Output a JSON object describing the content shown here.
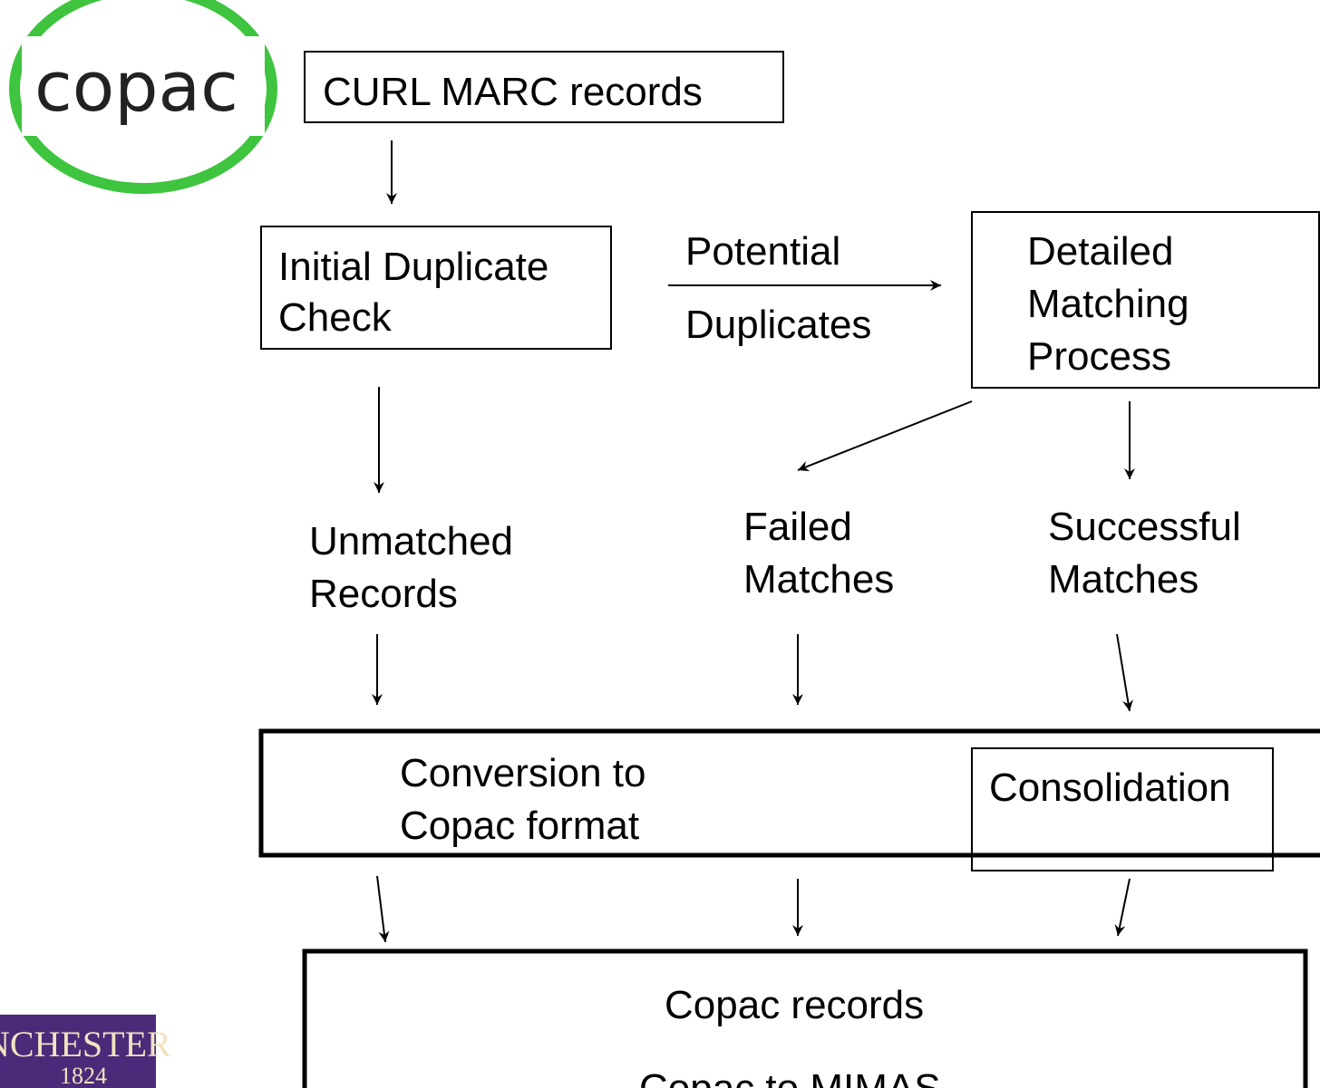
{
  "logos": {
    "copac_logo": {
      "text": "copac",
      "ring_color": "#3ec43e"
    },
    "university_crest": {
      "text": "NCHESTER",
      "year": "1824",
      "bg_color": "#4b2a7a"
    }
  },
  "nodes": {
    "curl_marc_records": {
      "lines": [
        "CURL MARC records"
      ]
    },
    "initial_duplicate_check": {
      "lines": [
        "Initial Duplicate",
        "Check"
      ]
    },
    "potential_duplicates": {
      "lines": [
        "Potential",
        "Duplicates"
      ]
    },
    "detailed_matching_process": {
      "lines": [
        "Detailed",
        "Matching",
        "Process"
      ]
    },
    "unmatched_records": {
      "lines": [
        "Unmatched",
        "Records"
      ]
    },
    "failed_matches": {
      "lines": [
        "Failed",
        "Matches"
      ]
    },
    "successful_matches": {
      "lines": [
        "Successful",
        "Matches"
      ]
    },
    "conversion_to_copac_format": {
      "lines": [
        "Conversion to",
        "Copac format"
      ]
    },
    "consolidation": {
      "lines": [
        "Consolidation"
      ]
    },
    "copac_records": {
      "lines": [
        "Copac records"
      ]
    },
    "copac_records_cutoff": {
      "lines": [
        "Copac to MIMAS ..."
      ]
    }
  },
  "colors": {
    "stroke": "#000000",
    "text": "#000000",
    "background": "#ffffff"
  }
}
